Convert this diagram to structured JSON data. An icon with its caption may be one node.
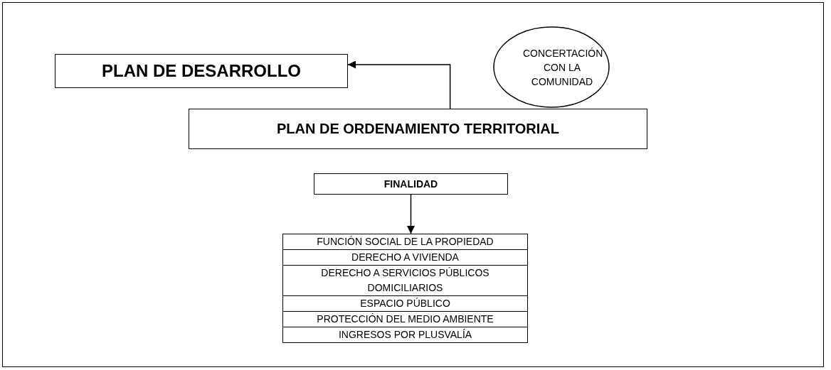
{
  "diagram": {
    "nodes": [
      {
        "text": [
          "PLAN DE DESARROLLO"
        ]
      },
      {
        "text": [
          "CONCERTACIÓN CON LA COMUNIDAD"
        ]
      },
      {
        "text": [
          "PLAN DE ORDENAMIENTO TERRITORIAL"
        ]
      },
      {
        "text": [
          "FINALIDAD"
        ]
      },
      {
        "text": [
          "FUNCIÓN SOCIAL DE LA PROPIEDAD",
          "DERECHO A VIVIENDA",
          "DERECHO A SERVICIOS PÚBLICOS DOMICILIARIOS",
          "ESPACIO PÚBLICO",
          "PROTECCIÓN DEL MEDIO AMBIENTE",
          "INGRESOS POR PLUSVALÍA"
        ]
      }
    ],
    "edges": [
      {
        "from": 2,
        "to": 0,
        "arrow": "to"
      },
      {
        "from": 3,
        "to": 4,
        "arrow": "to"
      }
    ]
  }
}
